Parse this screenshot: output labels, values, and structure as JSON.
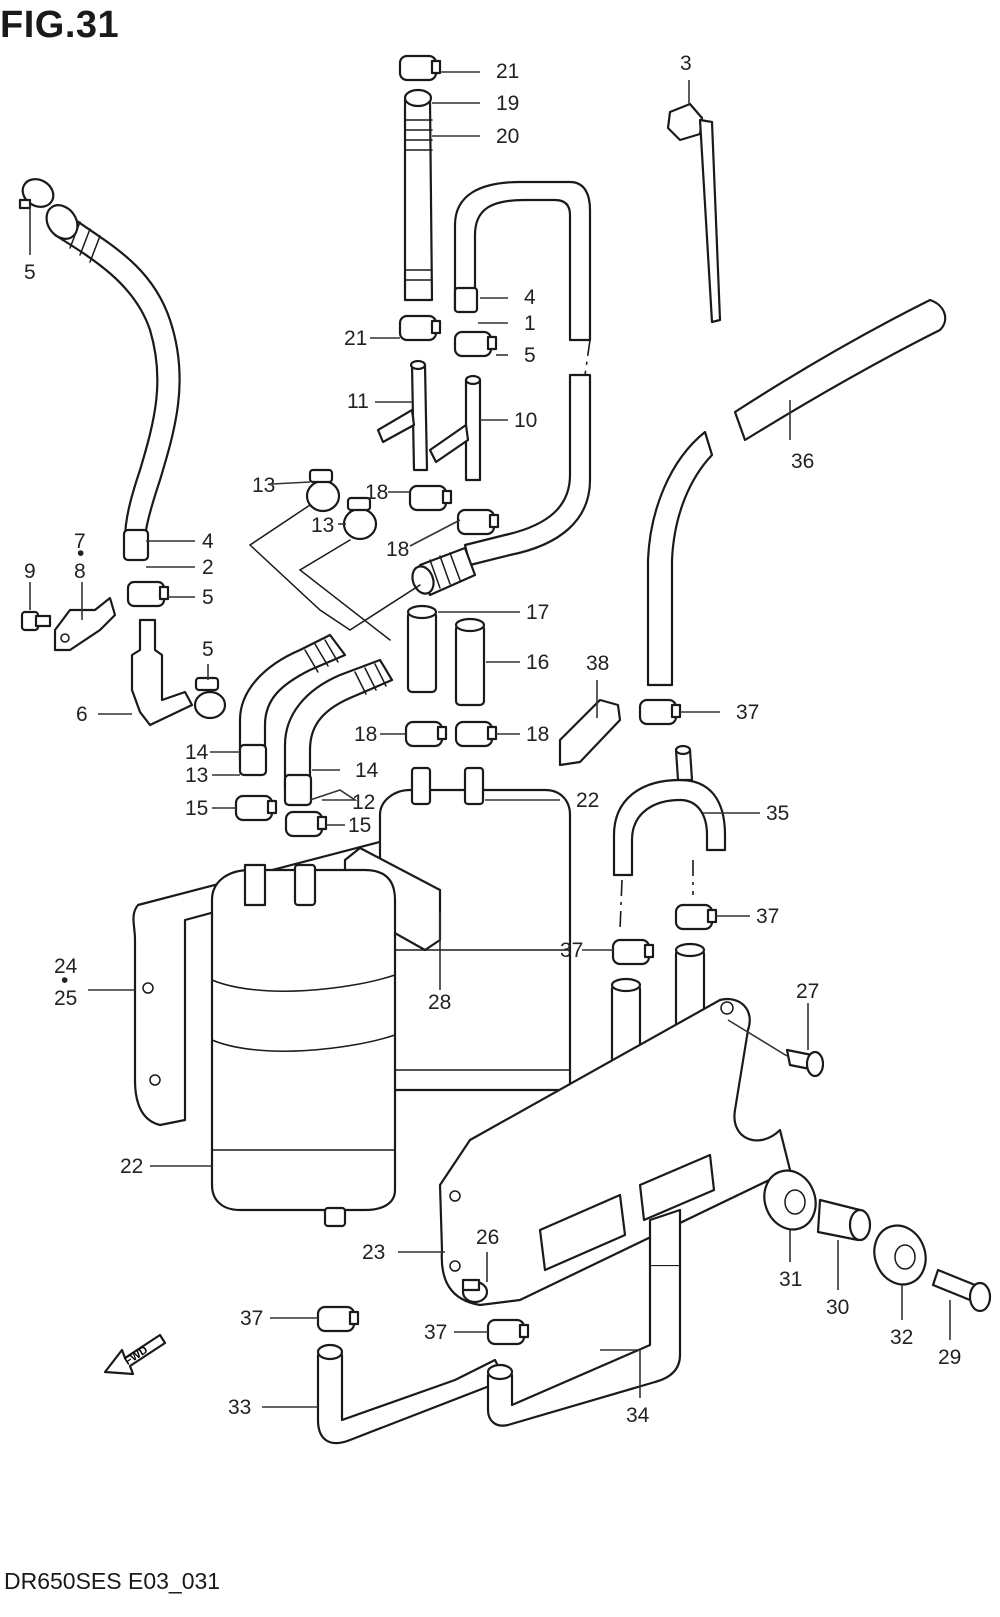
{
  "figure": {
    "title": "FIG.31",
    "footer_code": "DR650SES E03_031",
    "fwd_label": "FWD"
  },
  "callouts": [
    {
      "id": "c21a",
      "text": "21"
    },
    {
      "id": "c19",
      "text": "19"
    },
    {
      "id": "c20",
      "text": "20"
    },
    {
      "id": "c3",
      "text": "3"
    },
    {
      "id": "c5a",
      "text": "5"
    },
    {
      "id": "c4a",
      "text": "4"
    },
    {
      "id": "c1",
      "text": "1"
    },
    {
      "id": "c21b",
      "text": "21"
    },
    {
      "id": "c5b",
      "text": "5"
    },
    {
      "id": "c11",
      "text": "11"
    },
    {
      "id": "c10",
      "text": "10"
    },
    {
      "id": "c36",
      "text": "36"
    },
    {
      "id": "c13a",
      "text": "13"
    },
    {
      "id": "c18a",
      "text": "18"
    },
    {
      "id": "c13b",
      "text": "13"
    },
    {
      "id": "c18b",
      "text": "18"
    },
    {
      "id": "c7",
      "text": "7"
    },
    {
      "id": "cdot78",
      "text": "•"
    },
    {
      "id": "c8",
      "text": "8"
    },
    {
      "id": "c4b",
      "text": "4"
    },
    {
      "id": "c2",
      "text": "2"
    },
    {
      "id": "c9",
      "text": "9"
    },
    {
      "id": "c5c",
      "text": "5"
    },
    {
      "id": "c17",
      "text": "17"
    },
    {
      "id": "c16",
      "text": "16"
    },
    {
      "id": "c38",
      "text": "38"
    },
    {
      "id": "c5d",
      "text": "5"
    },
    {
      "id": "c6",
      "text": "6"
    },
    {
      "id": "c37a",
      "text": "37"
    },
    {
      "id": "c14a",
      "text": "14"
    },
    {
      "id": "c18c",
      "text": "18"
    },
    {
      "id": "c18d",
      "text": "18"
    },
    {
      "id": "c13c",
      "text": "13"
    },
    {
      "id": "c14b",
      "text": "14"
    },
    {
      "id": "c22a",
      "text": "22"
    },
    {
      "id": "c15a",
      "text": "15"
    },
    {
      "id": "c12",
      "text": "12"
    },
    {
      "id": "c35",
      "text": "35"
    },
    {
      "id": "c15b",
      "text": "15"
    },
    {
      "id": "c37b",
      "text": "37"
    },
    {
      "id": "c37c",
      "text": "37"
    },
    {
      "id": "c24",
      "text": "24"
    },
    {
      "id": "cdot2425",
      "text": "•"
    },
    {
      "id": "c25",
      "text": "25"
    },
    {
      "id": "c28",
      "text": "28"
    },
    {
      "id": "c27",
      "text": "27"
    },
    {
      "id": "c22b",
      "text": "22"
    },
    {
      "id": "c26",
      "text": "26"
    },
    {
      "id": "c23",
      "text": "23"
    },
    {
      "id": "c31",
      "text": "31"
    },
    {
      "id": "c30",
      "text": "30"
    },
    {
      "id": "c32",
      "text": "32"
    },
    {
      "id": "c29",
      "text": "29"
    },
    {
      "id": "c37d",
      "text": "37"
    },
    {
      "id": "c37e",
      "text": "37"
    },
    {
      "id": "c33",
      "text": "33"
    },
    {
      "id": "c34",
      "text": "34"
    }
  ]
}
